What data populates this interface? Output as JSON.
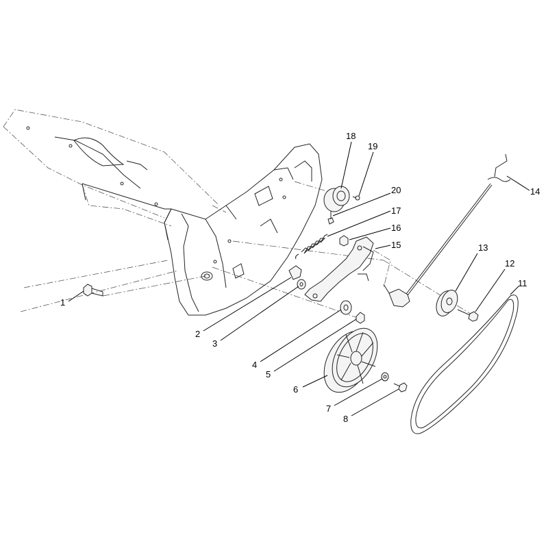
{
  "callouts": [
    {
      "id": "callout-1",
      "label": "1"
    },
    {
      "id": "callout-2",
      "label": "2"
    },
    {
      "id": "callout-3",
      "label": "3"
    },
    {
      "id": "callout-4",
      "label": "4"
    },
    {
      "id": "callout-5",
      "label": "5"
    },
    {
      "id": "callout-6",
      "label": "6"
    },
    {
      "id": "callout-7",
      "label": "7"
    },
    {
      "id": "callout-8",
      "label": "8"
    },
    {
      "id": "callout-11",
      "label": "11"
    },
    {
      "id": "callout-12",
      "label": "12"
    },
    {
      "id": "callout-13",
      "label": "13"
    },
    {
      "id": "callout-14",
      "label": "14"
    },
    {
      "id": "callout-15",
      "label": "15"
    },
    {
      "id": "callout-16",
      "label": "16"
    },
    {
      "id": "callout-17",
      "label": "17"
    },
    {
      "id": "callout-18",
      "label": "18"
    },
    {
      "id": "callout-19",
      "label": "19"
    },
    {
      "id": "callout-20",
      "label": "20"
    }
  ],
  "colors": {
    "line": "#222222",
    "background": "#ffffff"
  }
}
